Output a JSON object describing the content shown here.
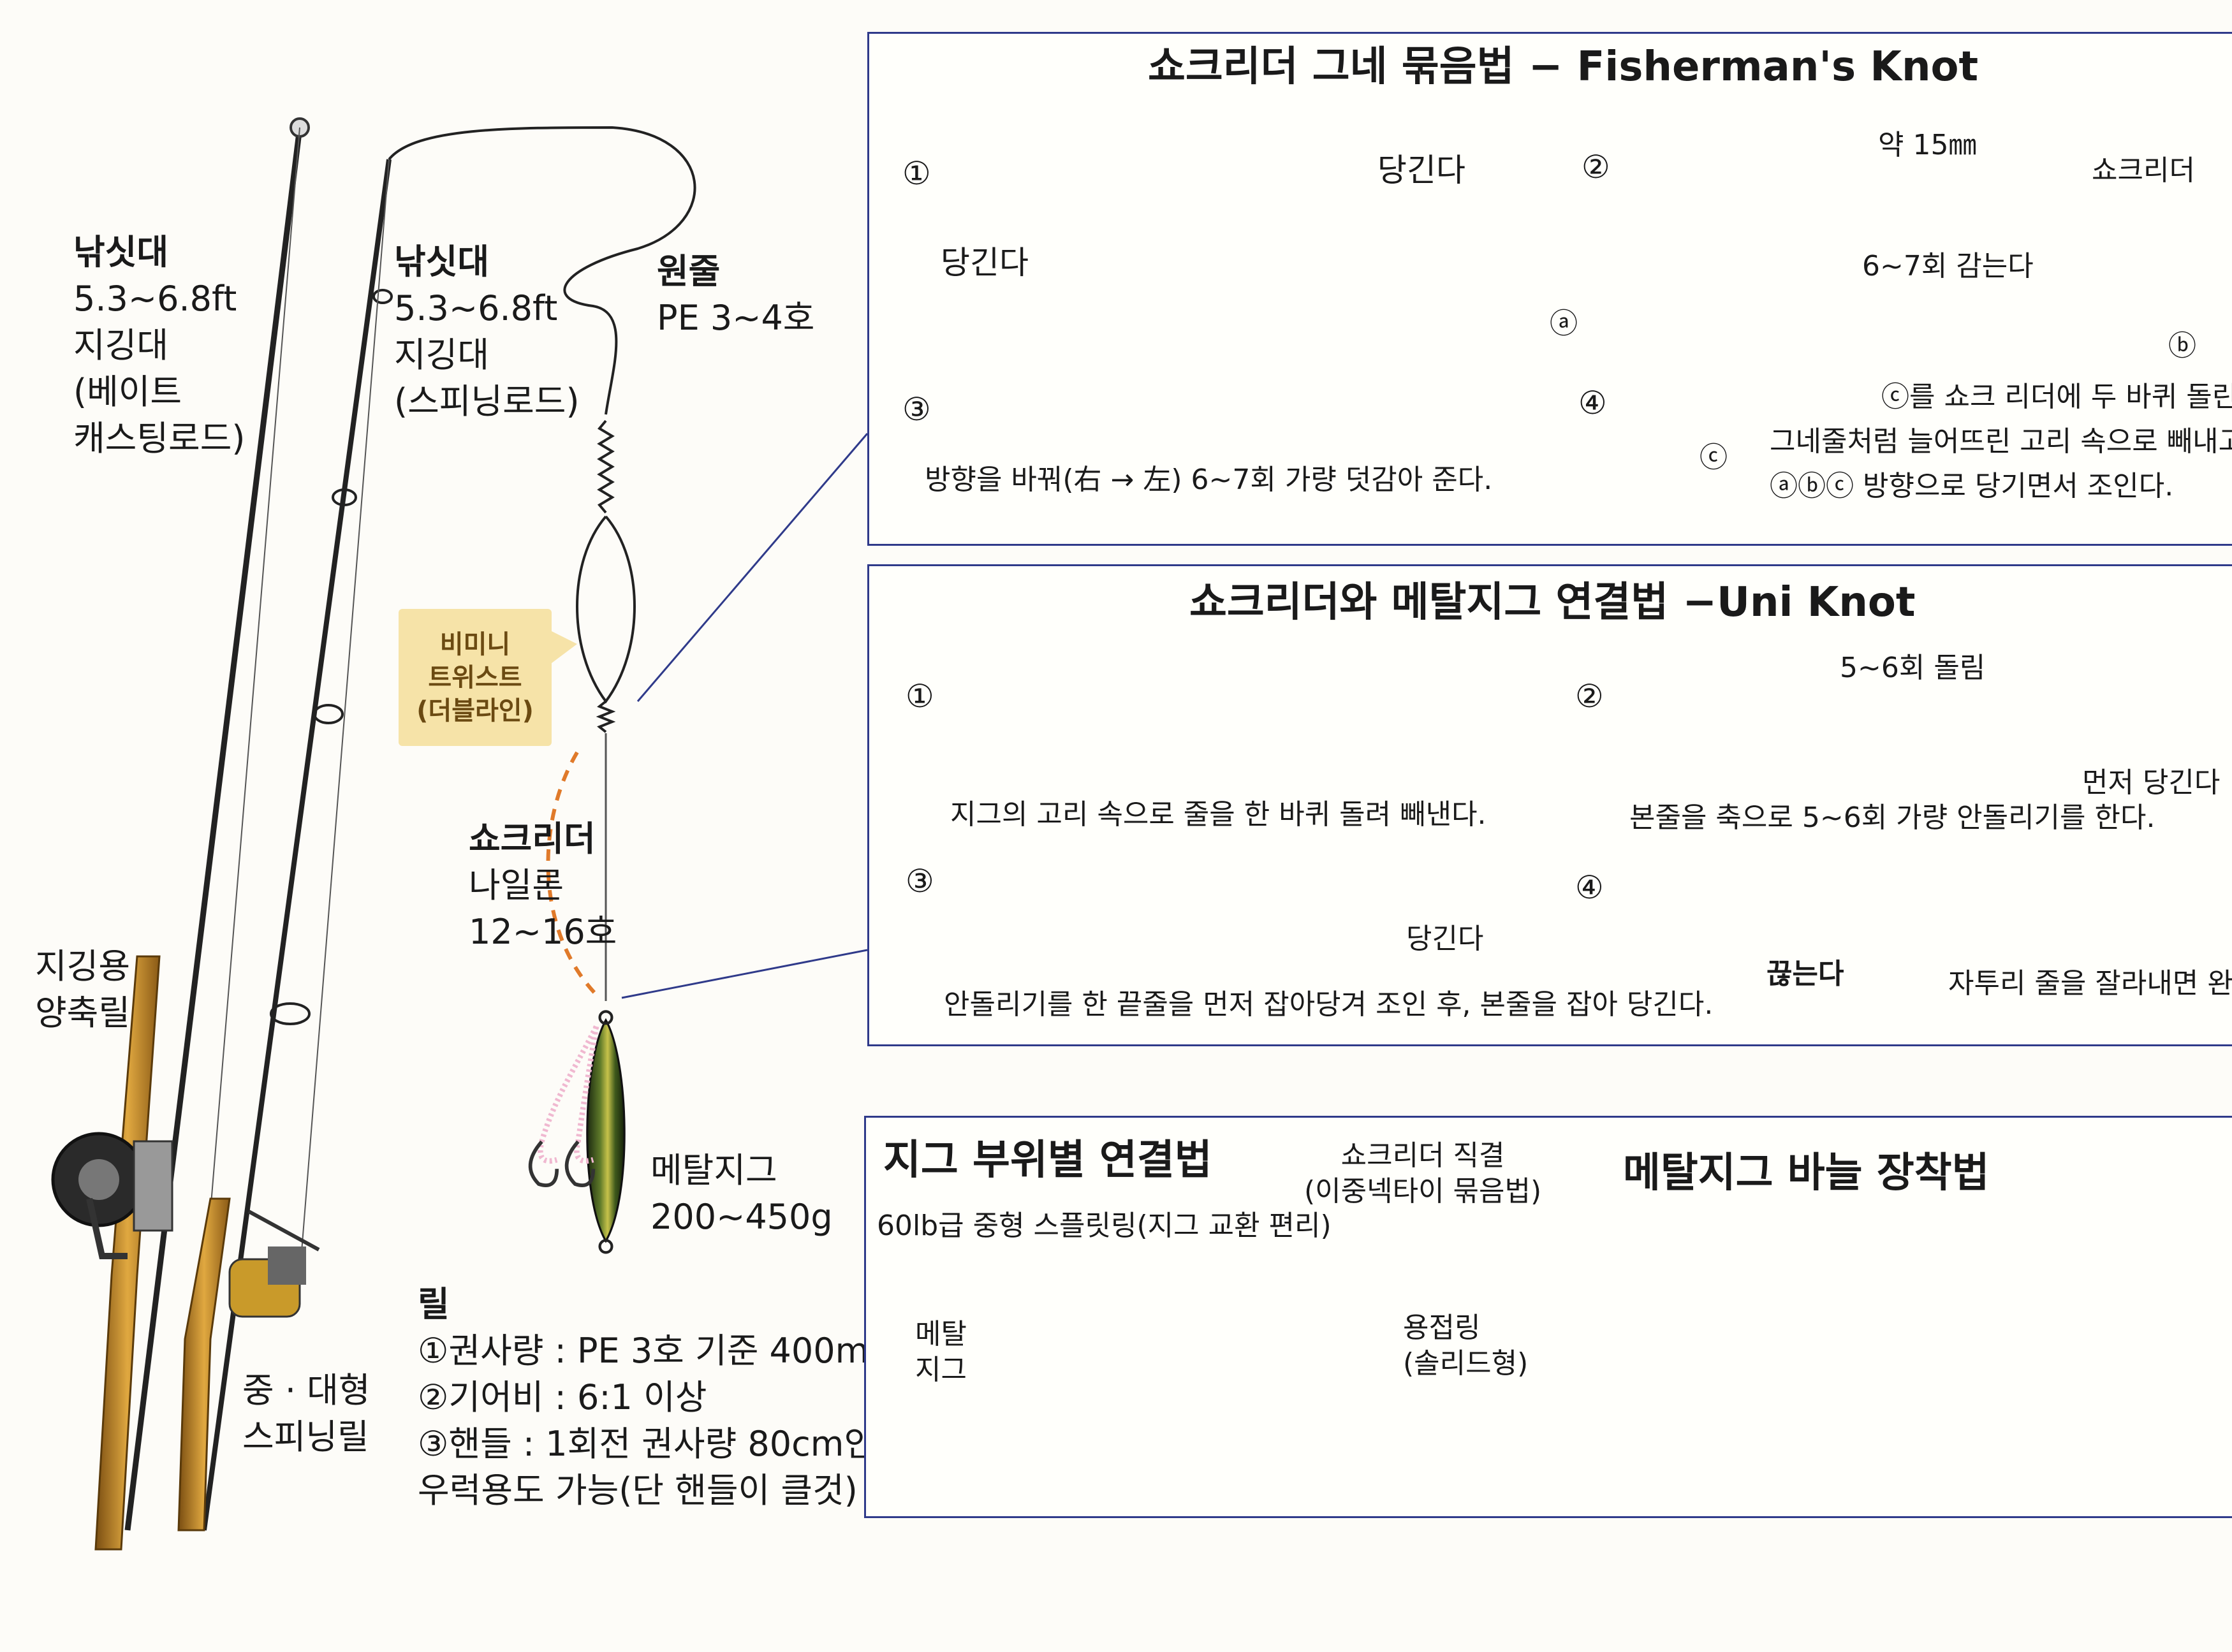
{
  "rod_left": {
    "lines": [
      "낚싯대",
      "5.3~6.8ft",
      "지깅대",
      "(베이트",
      "캐스팅로드)"
    ]
  },
  "rod_right": {
    "lines": [
      "낚싯대",
      "5.3~6.8ft",
      "지깅대",
      "(스피닝로드)"
    ]
  },
  "main_line": {
    "title": "원줄",
    "spec": "PE 3~4호"
  },
  "bimini": {
    "lines": [
      "비미니",
      "트위스트",
      "(더블라인)"
    ]
  },
  "shock_leader": {
    "title": "쇼크리더",
    "lines": [
      "나일론",
      "12~16호"
    ]
  },
  "reel_left": {
    "lines": [
      "지깅용",
      "양축릴"
    ]
  },
  "reel_right": {
    "lines": [
      "중 · 대형",
      "스피닝릴"
    ]
  },
  "metal_jig": {
    "lines": [
      "메탈지그",
      "200~450g"
    ]
  },
  "reel_specs": {
    "title": "릴",
    "lines": [
      "①권사량 : PE 3호 기준 400m",
      "②기어비 : 6:1 이상",
      "③핸들 : 1회전 권사량 80cm인",
      "우럭용도 가능(단 핸들이 클것)"
    ]
  },
  "fisherman": {
    "title": "쇼크리더 그네 묶음법 − Fisherman's Knot",
    "s1": {
      "num": "①",
      "pull_right": "당긴다",
      "pull_left": "당긴다"
    },
    "s2": {
      "num": "②",
      "approx": "약 15㎜",
      "leader": "쇼크리더",
      "wind": "6~7회 감는다"
    },
    "s3": {
      "num": "③",
      "caption": "방향을 바꿔(右 → 左) 6~7회 가량 덧감아 준다."
    },
    "s4": {
      "num": "④",
      "a": "ⓐ",
      "b": "ⓑ",
      "c": "ⓒ",
      "caption": [
        "ⓒ를 쇼크 리더에 두 바퀴 돌린 후",
        "그네줄처럼 늘어뜨린 고리 속으로 빼내고서,",
        "ⓐⓑⓒ 방향으로 당기면서 조인다."
      ]
    }
  },
  "uni": {
    "title": "쇼크리더와 메탈지그 연결법 −Uni Knot",
    "s1": {
      "num": "①",
      "caption": "지그의 고리 속으로 줄을 한 바퀴 돌려 빼낸다."
    },
    "s2": {
      "num": "②",
      "turns": "5~6회 돌림",
      "pull_first": "먼저 당긴다",
      "caption": "본줄을 축으로 5~6회 가량 안돌리기를 한다."
    },
    "s3": {
      "num": "③",
      "pull": "당긴다",
      "caption": "안돌리기를 한 끝줄을 먼저 잡아당겨 조인 후, 본줄을 잡아 당긴다."
    },
    "s4": {
      "num": "④",
      "cut": "끊는다",
      "caption": "자투리 줄을 잘라내면 완성"
    }
  },
  "jig_parts": {
    "title": "지그 부위별 연결법",
    "split_ring": "60lb급 중형 스플릿링(지그 교환 편리)",
    "leader_direct": [
      "쇼크리더 직결",
      "(이중넥타이 묶음법)"
    ],
    "metal_jig": [
      "메탈",
      "지그"
    ],
    "solid_ring": [
      "용접링",
      "(솔리드형)"
    ]
  },
  "hook_setup": {
    "title": "메탈지그 바늘 장착법"
  },
  "colors": {
    "frame": "#2f3a8a",
    "pink": "#e99cc0",
    "blue": "#3c6ea0",
    "orange": "#e07a2a",
    "bubble": "#f6e3a8"
  }
}
